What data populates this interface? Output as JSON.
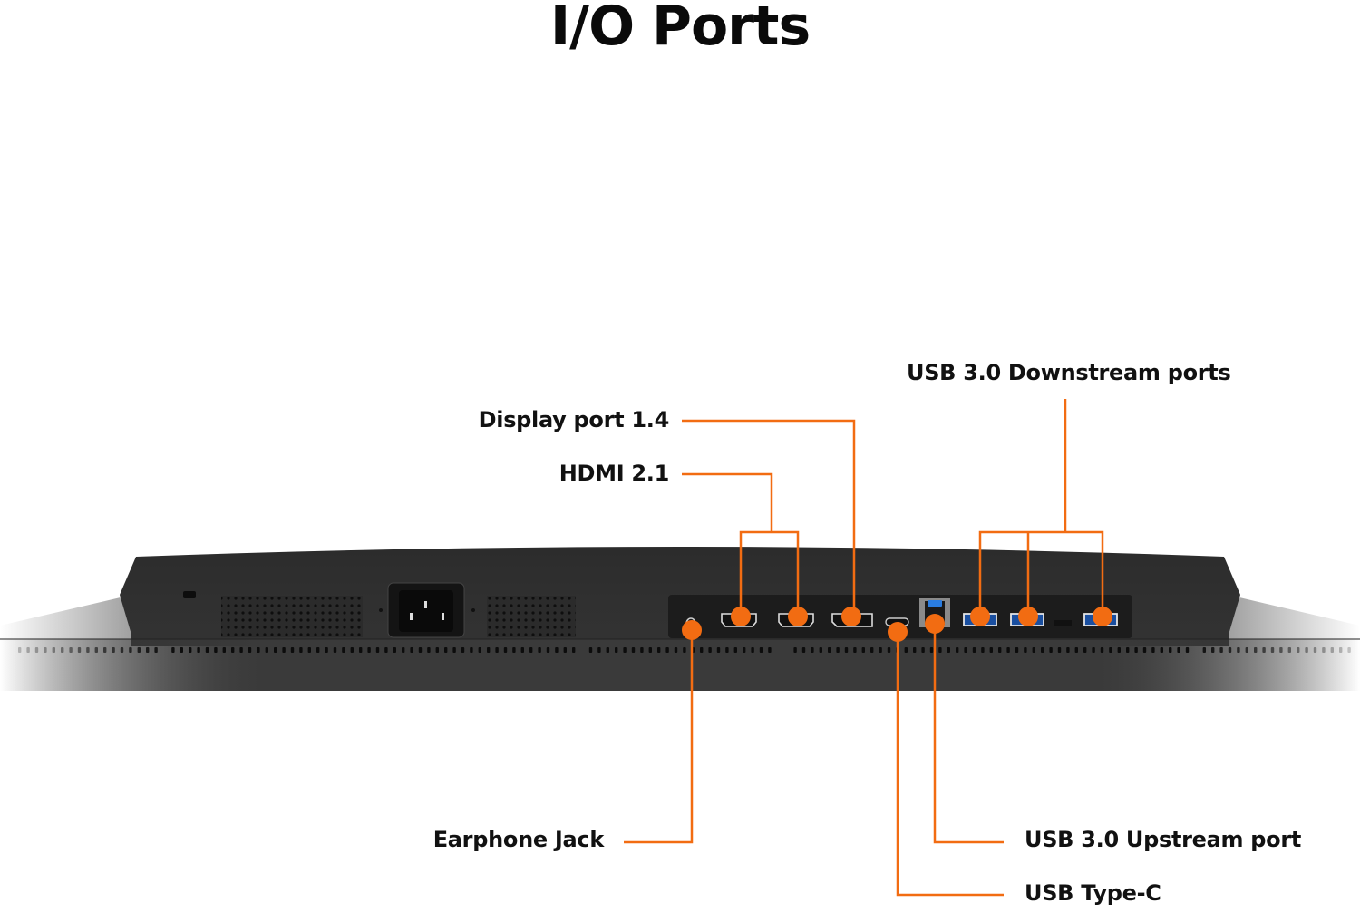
{
  "title": "I/O Ports",
  "accent_color": "#f26c12",
  "labels": {
    "displayport": "Display port 1.4",
    "hdmi": "HDMI 2.1",
    "usb_downstream": "USB 3.0 Downstream ports",
    "earphone": "Earphone Jack",
    "usb_upstream": "USB 3.0 Upstream port",
    "usb_c": "USB Type-C"
  },
  "ports": [
    {
      "name": "earphone-jack",
      "label_key": "earphone"
    },
    {
      "name": "hdmi-port-1",
      "label_key": "hdmi"
    },
    {
      "name": "hdmi-port-2",
      "label_key": "hdmi"
    },
    {
      "name": "displayport-port",
      "label_key": "displayport"
    },
    {
      "name": "usb-c-port",
      "label_key": "usb_c"
    },
    {
      "name": "usb-upstream-port",
      "label_key": "usb_upstream"
    },
    {
      "name": "usb-downstream-port-1",
      "label_key": "usb_downstream"
    },
    {
      "name": "usb-downstream-port-2",
      "label_key": "usb_downstream"
    },
    {
      "name": "usb-downstream-port-3",
      "label_key": "usb_downstream"
    }
  ]
}
